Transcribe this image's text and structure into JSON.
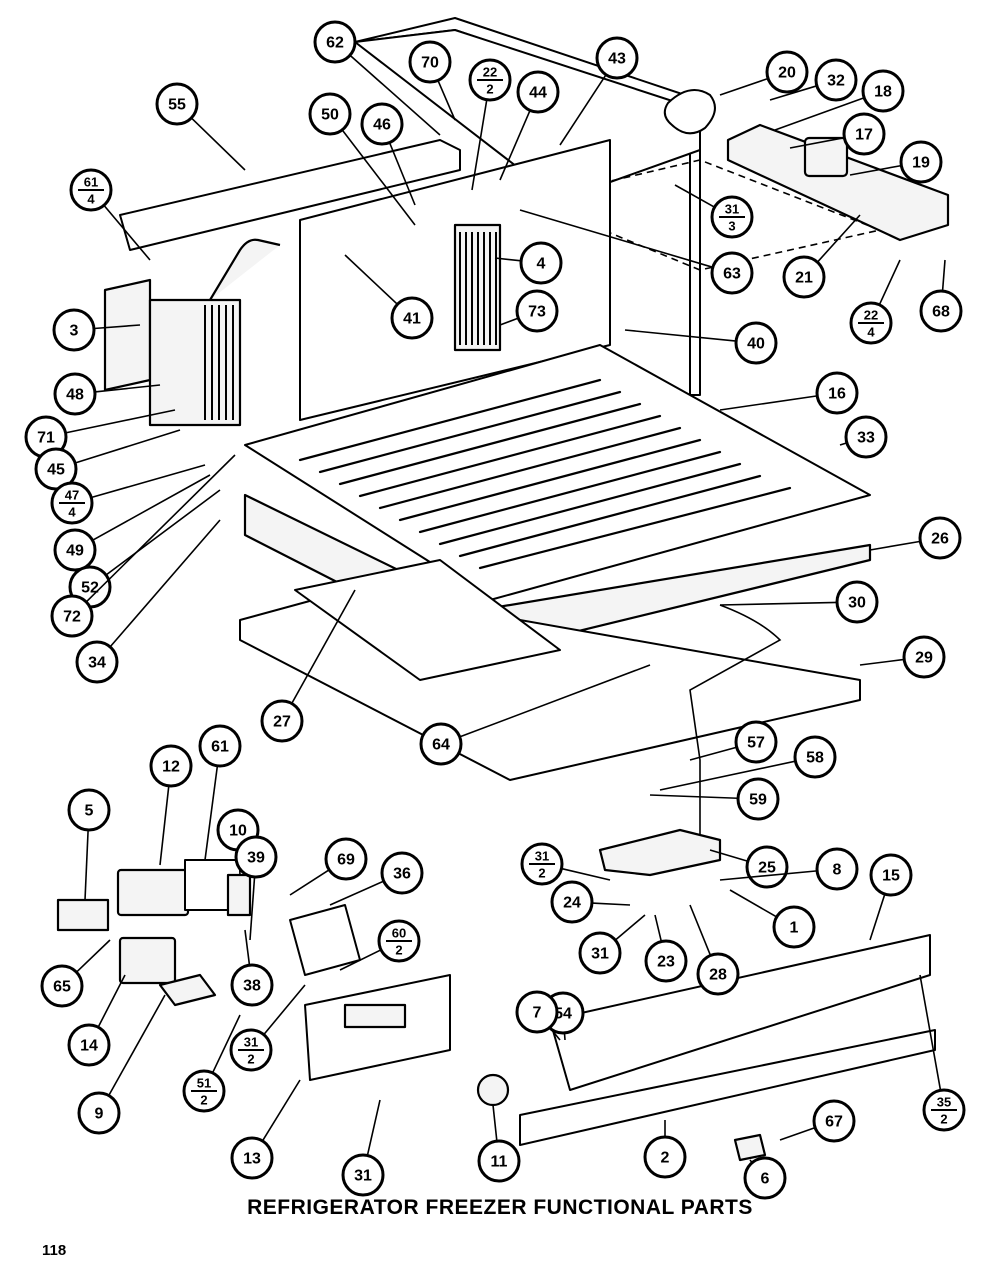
{
  "title": "REFRIGERATOR FREEZER FUNCTIONAL PARTS",
  "page_number": "118",
  "callouts": [
    {
      "label": "62"
    },
    {
      "label": "70"
    },
    {
      "label": "22",
      "qty": "2"
    },
    {
      "label": "44"
    },
    {
      "label": "43"
    },
    {
      "label": "20"
    },
    {
      "label": "32"
    },
    {
      "label": "18"
    },
    {
      "label": "17"
    },
    {
      "label": "19"
    },
    {
      "label": "55"
    },
    {
      "label": "50"
    },
    {
      "label": "46"
    },
    {
      "label": "61",
      "qty": "4"
    },
    {
      "label": "31",
      "qty": "3"
    },
    {
      "label": "63"
    },
    {
      "label": "4"
    },
    {
      "label": "21"
    },
    {
      "label": "22",
      "qty": "4"
    },
    {
      "label": "68"
    },
    {
      "label": "3"
    },
    {
      "label": "41"
    },
    {
      "label": "73"
    },
    {
      "label": "40"
    },
    {
      "label": "48"
    },
    {
      "label": "16"
    },
    {
      "label": "71"
    },
    {
      "label": "33"
    },
    {
      "label": "45"
    },
    {
      "label": "47",
      "qty": "4"
    },
    {
      "label": "26"
    },
    {
      "label": "49"
    },
    {
      "label": "52"
    },
    {
      "label": "30"
    },
    {
      "label": "72"
    },
    {
      "label": "29"
    },
    {
      "label": "34"
    },
    {
      "label": "27"
    },
    {
      "label": "64"
    },
    {
      "label": "57"
    },
    {
      "label": "58"
    },
    {
      "label": "12"
    },
    {
      "label": "61"
    },
    {
      "label": "59"
    },
    {
      "label": "5"
    },
    {
      "label": "10"
    },
    {
      "label": "39"
    },
    {
      "label": "69"
    },
    {
      "label": "36"
    },
    {
      "label": "25"
    },
    {
      "label": "31",
      "qty": "2"
    },
    {
      "label": "8"
    },
    {
      "label": "60",
      "qty": "2"
    },
    {
      "label": "24"
    },
    {
      "label": "1"
    },
    {
      "label": "15"
    },
    {
      "label": "65"
    },
    {
      "label": "38"
    },
    {
      "label": "31"
    },
    {
      "label": "23"
    },
    {
      "label": "28"
    },
    {
      "label": "54"
    },
    {
      "label": "7"
    },
    {
      "label": "14"
    },
    {
      "label": "31",
      "qty": "2"
    },
    {
      "label": "51",
      "qty": "2"
    },
    {
      "label": "9"
    },
    {
      "label": "13"
    },
    {
      "label": "31"
    },
    {
      "label": "11"
    },
    {
      "label": "2"
    },
    {
      "label": "6"
    },
    {
      "label": "67"
    },
    {
      "label": "35",
      "qty": "2"
    }
  ]
}
